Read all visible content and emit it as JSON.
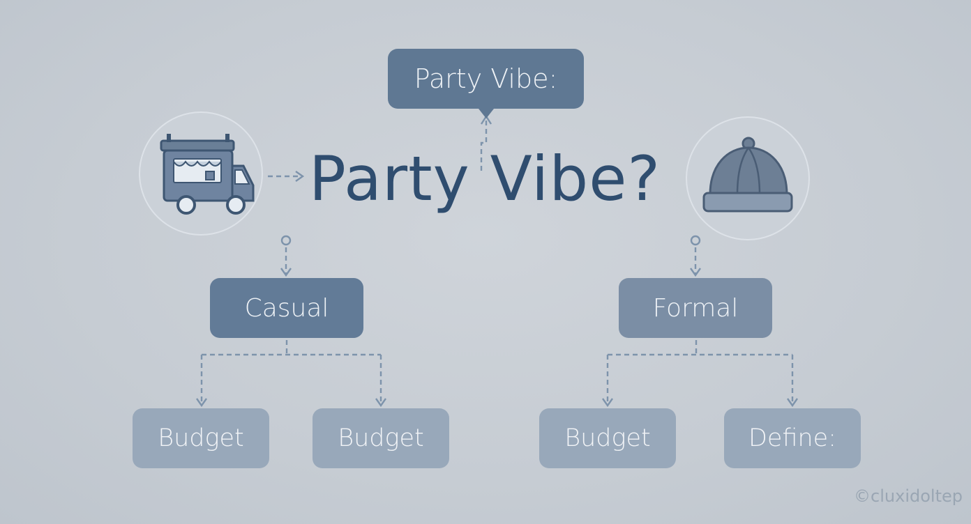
{
  "diagram": {
    "callout": {
      "label": "Party Vibe:"
    },
    "title": "Party Vibe?",
    "left_icon": "food-truck-icon",
    "right_icon": "cloche-icon",
    "branches": [
      {
        "label": "Casual",
        "children": [
          "Budget",
          "Budget"
        ]
      },
      {
        "label": "Formal",
        "children": [
          "Budget",
          "Define:"
        ]
      }
    ]
  },
  "watermark": "©cluxidoltep",
  "colors": {
    "background": "#c8ced5",
    "title": "#2f4d6f",
    "casual_box": "#627b97",
    "formal_box": "#7b8ea5",
    "leaf_box": "#98a8ba",
    "connector": "#7d93ab"
  }
}
